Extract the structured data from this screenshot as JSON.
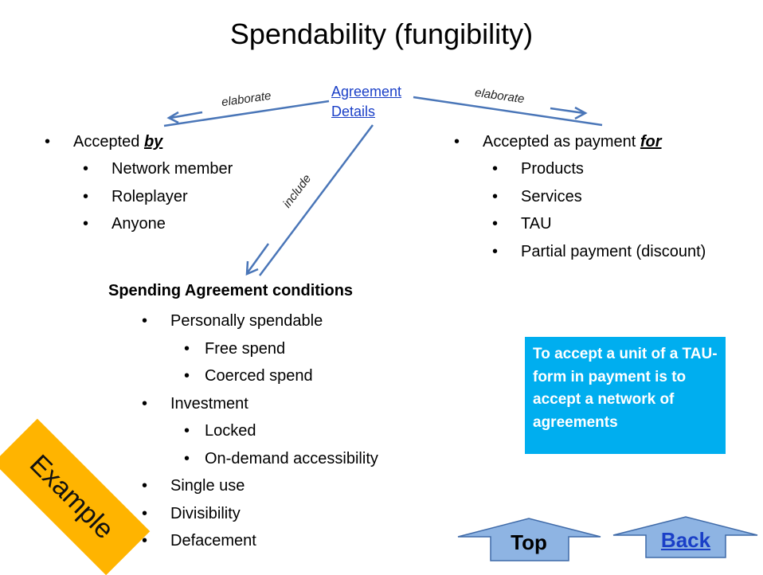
{
  "title": "Spendability (fungibility)",
  "center_node": {
    "line1": "Agreement",
    "line2": "Details"
  },
  "edge_labels": {
    "left": "elaborate",
    "right": "elaborate",
    "down": "include"
  },
  "left_list": {
    "heading_prefix": "Accepted ",
    "heading_emph": "by",
    "items": [
      "Network member",
      "Roleplayer",
      "Anyone"
    ]
  },
  "right_list": {
    "heading_prefix": "Accepted as payment ",
    "heading_emph": "for",
    "items": [
      "Products",
      "Services",
      "TAU",
      "Partial payment (discount)"
    ]
  },
  "conditions": {
    "heading": "Spending Agreement conditions",
    "items": [
      {
        "label": "Personally spendable",
        "children": [
          "Free spend",
          "Coerced spend"
        ]
      },
      {
        "label": "Investment",
        "children": [
          "Locked",
          "On-demand accessibility"
        ]
      },
      {
        "label": "Single use",
        "children": []
      },
      {
        "label": "Divisibility",
        "children": []
      },
      {
        "label": "Defacement",
        "children": []
      }
    ]
  },
  "callout": "To accept a unit of a TAU-form in payment is to accept a network of agreements",
  "banner": "Example",
  "nav": {
    "top_label": "Top",
    "back_label": "Back"
  },
  "colors": {
    "arrow": "#4a76b8",
    "callout_bg": "#00aeef",
    "banner_bg": "#ffb400",
    "nav_fill": "#8eb4e3",
    "link": "#1a3fc7"
  }
}
